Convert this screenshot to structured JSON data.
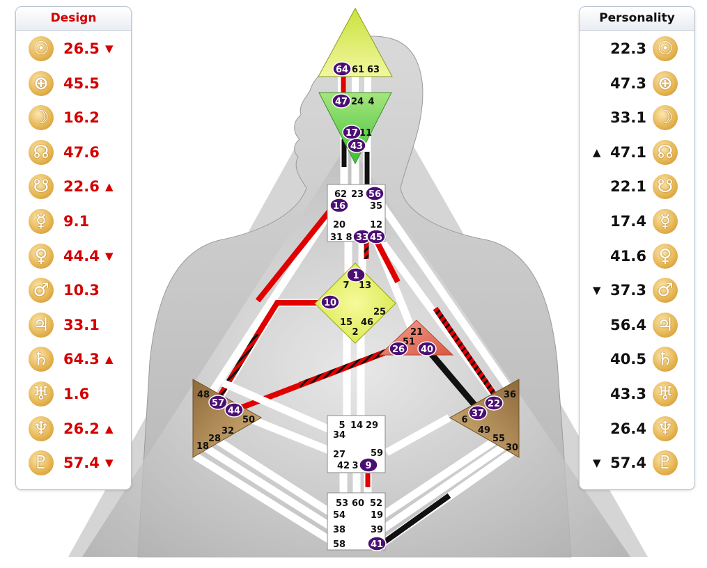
{
  "design": {
    "title": "Design",
    "rows": [
      {
        "planet": "sun-icon",
        "glyph": "☉",
        "value": "26.5",
        "arrow": "▼"
      },
      {
        "planet": "earth-icon",
        "glyph": "⊕",
        "value": "45.5",
        "arrow": ""
      },
      {
        "planet": "moon-icon",
        "glyph": "☽",
        "value": "16.2",
        "arrow": ""
      },
      {
        "planet": "north-node-icon",
        "glyph": "☊",
        "value": "47.6",
        "arrow": ""
      },
      {
        "planet": "south-node-icon",
        "glyph": "☋",
        "value": "22.6",
        "arrow": "▲"
      },
      {
        "planet": "mercury-icon",
        "glyph": "☿",
        "value": "9.1",
        "arrow": ""
      },
      {
        "planet": "venus-icon",
        "glyph": "♀",
        "value": "44.4",
        "arrow": "▼"
      },
      {
        "planet": "mars-icon",
        "glyph": "♂",
        "value": "10.3",
        "arrow": ""
      },
      {
        "planet": "jupiter-icon",
        "glyph": "♃",
        "value": "33.1",
        "arrow": ""
      },
      {
        "planet": "saturn-icon",
        "glyph": "♄",
        "value": "64.3",
        "arrow": "▲"
      },
      {
        "planet": "uranus-icon",
        "glyph": "♅",
        "value": "1.6",
        "arrow": ""
      },
      {
        "planet": "neptune-icon",
        "glyph": "♆",
        "value": "26.2",
        "arrow": "▲"
      },
      {
        "planet": "pluto-icon",
        "glyph": "♇",
        "value": "57.4",
        "arrow": "▼"
      }
    ]
  },
  "personality": {
    "title": "Personality",
    "rows": [
      {
        "planet": "sun-icon",
        "glyph": "☉",
        "value": "22.3",
        "arrow": ""
      },
      {
        "planet": "earth-icon",
        "glyph": "⊕",
        "value": "47.3",
        "arrow": ""
      },
      {
        "planet": "moon-icon",
        "glyph": "☽",
        "value": "33.1",
        "arrow": ""
      },
      {
        "planet": "north-node-icon",
        "glyph": "☊",
        "value": "47.1",
        "arrow": "▲"
      },
      {
        "planet": "south-node-icon",
        "glyph": "☋",
        "value": "22.1",
        "arrow": ""
      },
      {
        "planet": "mercury-icon",
        "glyph": "☿",
        "value": "17.4",
        "arrow": ""
      },
      {
        "planet": "venus-icon",
        "glyph": "♀",
        "value": "41.6",
        "arrow": ""
      },
      {
        "planet": "mars-icon",
        "glyph": "♂",
        "value": "37.3",
        "arrow": "▼"
      },
      {
        "planet": "jupiter-icon",
        "glyph": "♃",
        "value": "56.4",
        "arrow": ""
      },
      {
        "planet": "saturn-icon",
        "glyph": "♄",
        "value": "40.5",
        "arrow": ""
      },
      {
        "planet": "uranus-icon",
        "glyph": "♅",
        "value": "43.3",
        "arrow": ""
      },
      {
        "planet": "neptune-icon",
        "glyph": "♆",
        "value": "26.4",
        "arrow": ""
      },
      {
        "planet": "pluto-icon",
        "glyph": "♇",
        "value": "57.4",
        "arrow": "▼"
      }
    ]
  },
  "colors": {
    "design": "#d40000",
    "personality": "#111111",
    "activated_gate": "#4b0f74",
    "head_center": "#e4ef5e",
    "ajna_center": "#7fd65a",
    "g_center": "#e8f06a",
    "solar_plexus": "#b98c4e",
    "ego_center": "#e9826f",
    "white_center": "#ffffff"
  },
  "centers": [
    {
      "id": "head",
      "gates": [
        "64",
        "61",
        "63"
      ],
      "active": [
        "64"
      ]
    },
    {
      "id": "ajna",
      "gates": [
        "47",
        "24",
        "4",
        "17",
        "11",
        "43"
      ],
      "active": [
        "47",
        "17",
        "43"
      ]
    },
    {
      "id": "throat",
      "gates": [
        "62",
        "23",
        "56",
        "16",
        "35",
        "20",
        "12",
        "31",
        "8",
        "33",
        "45"
      ],
      "active": [
        "56",
        "16",
        "33",
        "45"
      ]
    },
    {
      "id": "g",
      "gates": [
        "1",
        "7",
        "13",
        "10",
        "25",
        "15",
        "46",
        "2"
      ],
      "active": [
        "1",
        "10"
      ]
    },
    {
      "id": "ego",
      "gates": [
        "21",
        "51",
        "26",
        "40"
      ],
      "active": [
        "26",
        "40"
      ]
    },
    {
      "id": "spleen",
      "gates": [
        "48",
        "57",
        "44",
        "50",
        "32",
        "28",
        "18"
      ],
      "active": [
        "57",
        "44"
      ]
    },
    {
      "id": "solar-plexus",
      "gates": [
        "36",
        "37",
        "22",
        "6",
        "49",
        "55",
        "30"
      ],
      "active": [
        "37",
        "22"
      ]
    },
    {
      "id": "sacral",
      "gates": [
        "5",
        "14",
        "29",
        "34",
        "27",
        "59",
        "42",
        "3",
        "9"
      ],
      "active": [
        "9"
      ]
    },
    {
      "id": "root",
      "gates": [
        "53",
        "60",
        "52",
        "54",
        "19",
        "38",
        "39",
        "58",
        "41"
      ],
      "active": [
        "41"
      ]
    }
  ]
}
